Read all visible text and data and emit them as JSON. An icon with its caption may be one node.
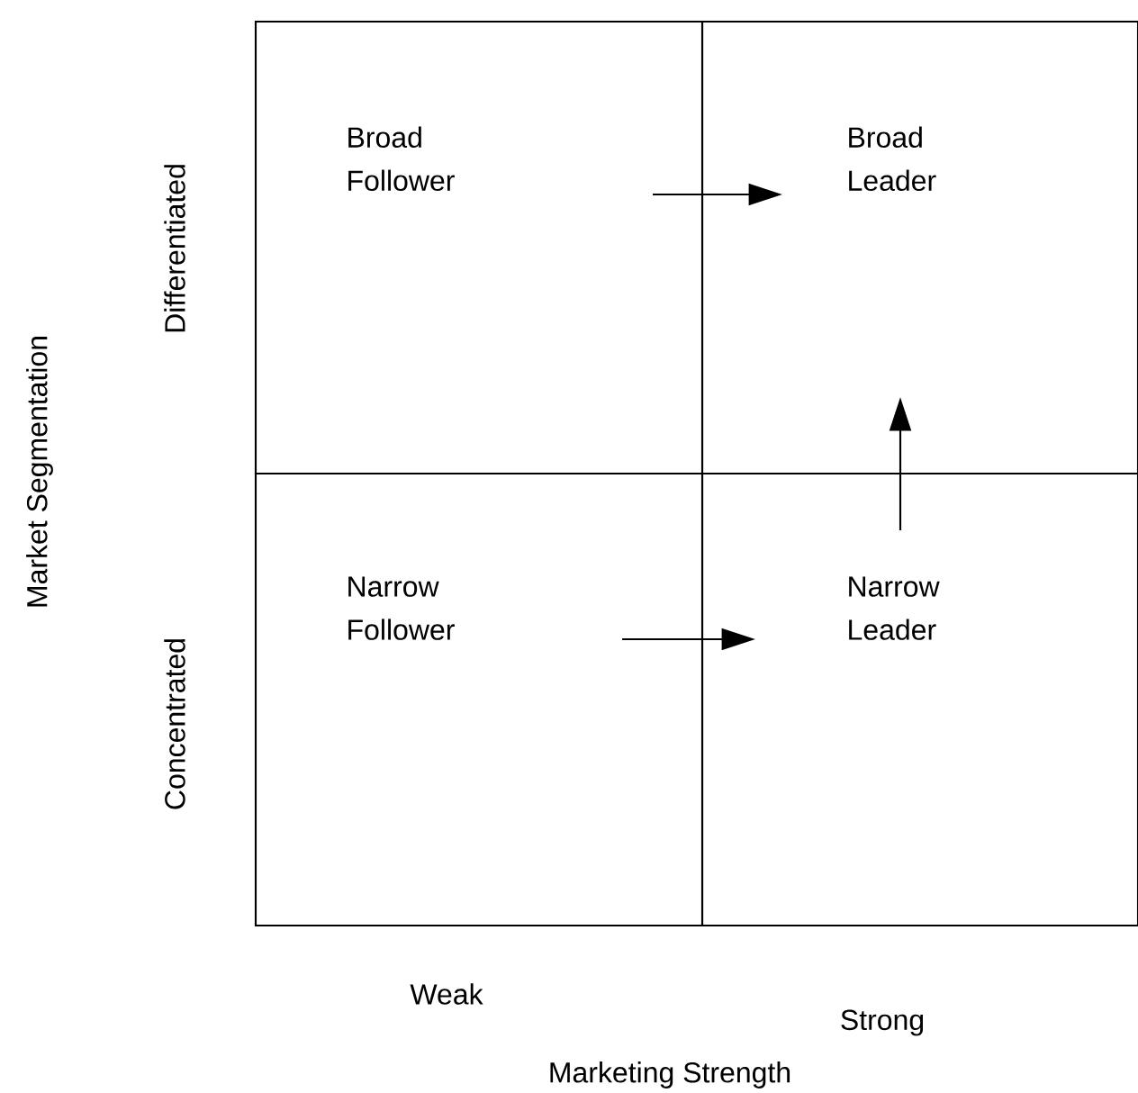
{
  "diagram": {
    "nodes": [
      {
        "text": [
          "Broad Follower"
        ]
      },
      {
        "text": [
          "Broad Leader"
        ]
      },
      {
        "text": [
          "Narrow Follower"
        ]
      },
      {
        "text": [
          "Narrow Leader"
        ]
      }
    ],
    "edges": [
      {
        "from": 0,
        "to": 1,
        "arrow": "to"
      },
      {
        "from": 2,
        "to": 3,
        "arrow": "to"
      },
      {
        "from": 3,
        "to": 1,
        "arrow": "to"
      }
    ],
    "labels": [
      "Differentiated",
      "Concentrated",
      "Market Segmentation",
      "Weak",
      "Strong",
      "Marketing Strength"
    ]
  }
}
